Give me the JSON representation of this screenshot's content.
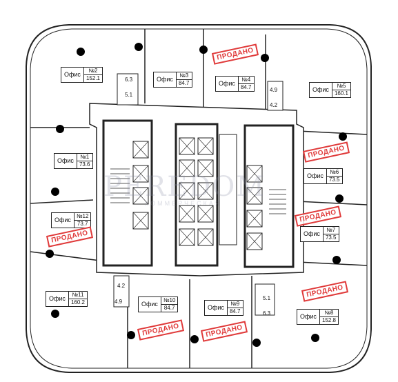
{
  "watermark": {
    "brand": "PEREDOM",
    "sub": "КОММЕРЧЕСКАЯ"
  },
  "sold_label": "ПРОДАНО",
  "offices": [
    {
      "name": "Офис",
      "number": "№2",
      "area": "152.1"
    },
    {
      "name": "Офис",
      "number": "№3",
      "area": "84.7"
    },
    {
      "name": "Офис",
      "number": "№4",
      "area": "84.7"
    },
    {
      "name": "Офис",
      "number": "№5",
      "area": "160.1"
    },
    {
      "name": "Офис",
      "number": "№1",
      "area": "73.6"
    },
    {
      "name": "Офис",
      "number": "№6",
      "area": "73.5"
    },
    {
      "name": "Офис",
      "number": "№12",
      "area": "73.7"
    },
    {
      "name": "Офис",
      "number": "№7",
      "area": "73.5"
    },
    {
      "name": "Офис",
      "number": "№11",
      "area": "160.2"
    },
    {
      "name": "Офис",
      "number": "№10",
      "area": "84.7"
    },
    {
      "name": "Офис",
      "number": "№9",
      "area": "84.7"
    },
    {
      "name": "Офис",
      "number": "№8",
      "area": "152.8"
    }
  ],
  "restroom_areas": [
    "6.3",
    "5.1",
    "4.9",
    "4.2",
    "4.2",
    "4.9",
    "5.1",
    "6.3"
  ],
  "colors": {
    "wall": "#222222",
    "sold": "#e03a3a",
    "column": "#000000"
  }
}
